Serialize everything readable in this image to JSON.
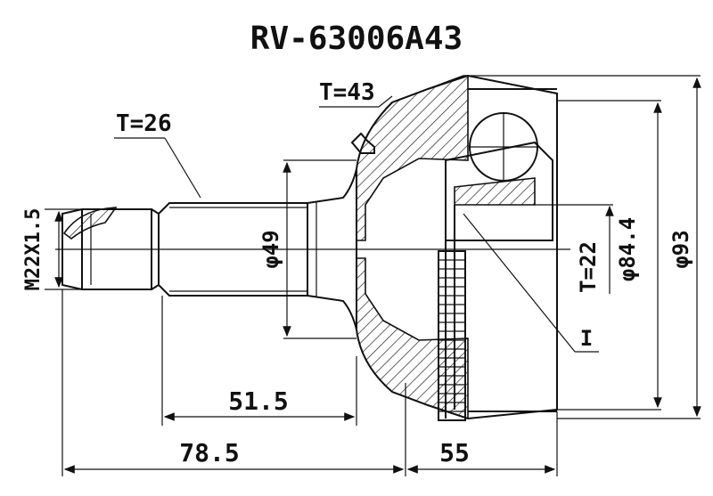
{
  "title": "RV-63006A43",
  "labels": {
    "t43": "T=43",
    "t26": "T=26",
    "t22": "T=22",
    "thread": "M22X1.5",
    "d49": "φ49",
    "d84": "φ84.4",
    "d93": "φ93",
    "dim515": "51.5",
    "dim785": "78.5",
    "dim55": "55",
    "marker": "I"
  },
  "colors": {
    "ink": "#111111",
    "paper": "#ffffff"
  }
}
